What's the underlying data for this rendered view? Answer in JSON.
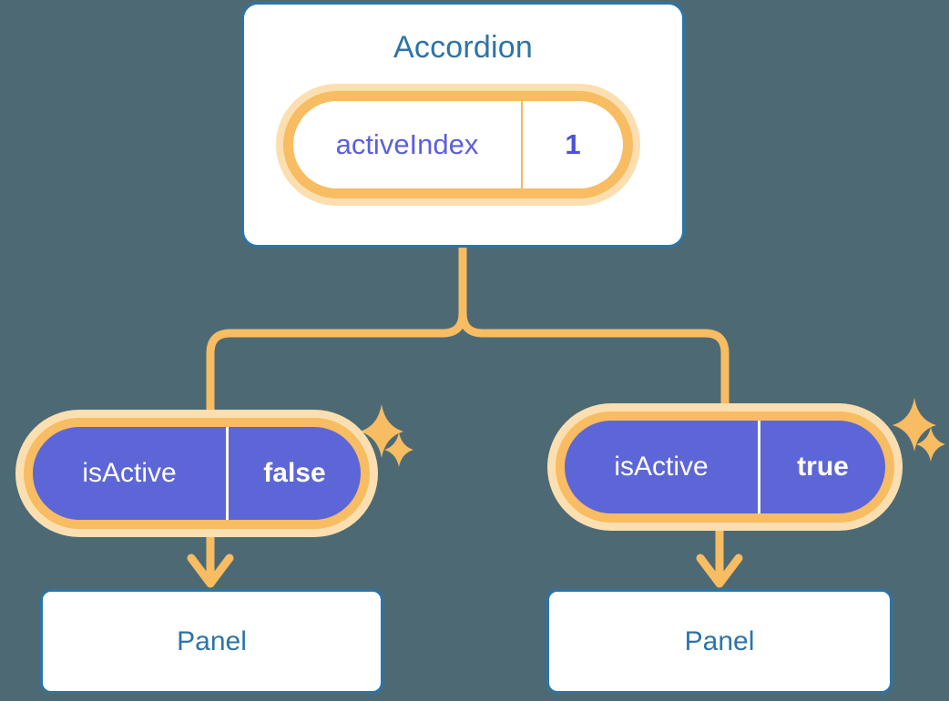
{
  "theme": {
    "background": "#4d6a74",
    "card_border": "#2c74a8",
    "card_text": "#2c74a8",
    "pill_ring": "#f8bc62",
    "pill_glow": "#fbdfb0",
    "pill_fill_purple": "#5d66d6",
    "state_key_text": "#5b61d9",
    "state_value_text": "#4b53d4",
    "connector": "#f8bc62"
  },
  "diagram": {
    "type": "component-tree",
    "root": {
      "name": "accordion-card",
      "title": "Accordion",
      "state": {
        "key": "activeIndex",
        "value": "1",
        "style": "white"
      },
      "sparkle_count": 2
    },
    "children": [
      {
        "name": "panel-branch-left",
        "state": {
          "key": "isActive",
          "value": "false",
          "style": "purple"
        },
        "sparkle_count": 2,
        "panel": {
          "title": "Panel"
        }
      },
      {
        "name": "panel-branch-right",
        "state": {
          "key": "isActive",
          "value": "true",
          "style": "purple"
        },
        "sparkle_count": 2,
        "panel": {
          "title": "Panel"
        }
      }
    ],
    "icons": {
      "sparkle": "sparkle-icon",
      "arrow": "arrow-down-icon",
      "connector": "tree-connector"
    }
  }
}
